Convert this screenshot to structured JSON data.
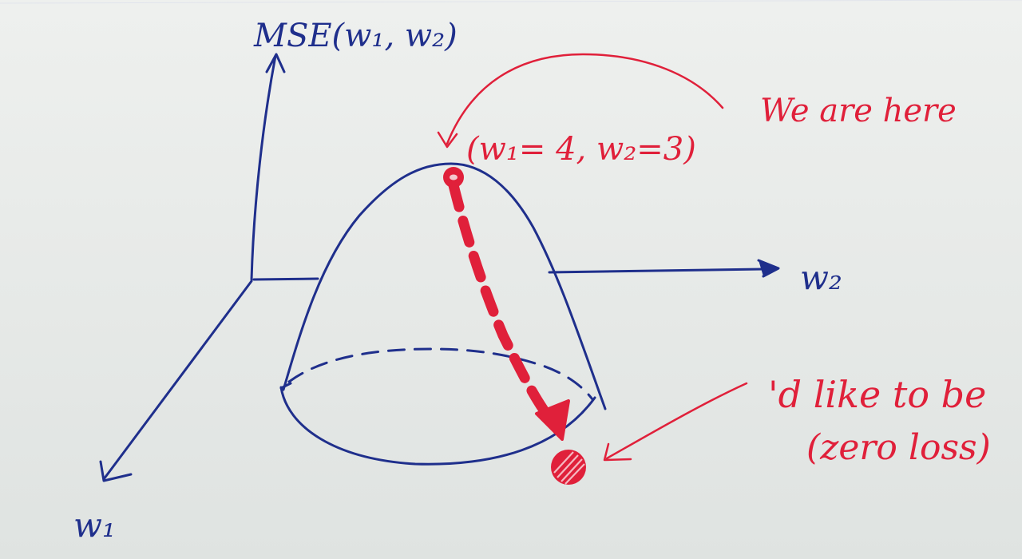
{
  "diagram": {
    "labels": {
      "z_axis": "MSE(w₁, w₂)",
      "w2_axis": "w₂",
      "w1_axis": "w₁",
      "current_point": "(w₁= 4, w₂=3)",
      "we_are_here": "We are here",
      "target_line1": "'d like to be",
      "target_line2": "(zero loss)"
    },
    "colors": {
      "blue_ink": "#1f2f8c",
      "red_ink": "#e0203a",
      "paper": "#e9ecea"
    }
  }
}
